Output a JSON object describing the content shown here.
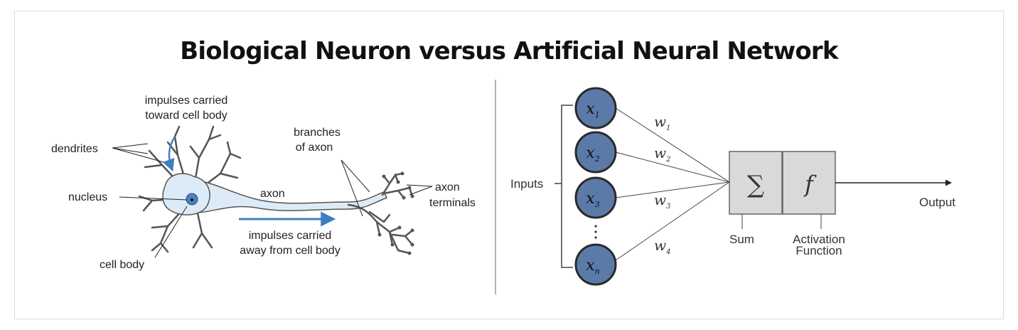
{
  "title": "Biological Neuron versus Artificial Neural Network",
  "neuron": {
    "impulses_toward_line1": "impulses carried",
    "impulses_toward_line2": "toward cell body",
    "dendrites": "dendrites",
    "nucleus": "nucleus",
    "cell_body": "cell body",
    "axon": "axon",
    "branches_line1": "branches",
    "branches_line2": "of axon",
    "terminals_line1": "axon",
    "terminals_line2": "terminals",
    "impulses_away_line1": "impulses carried",
    "impulses_away_line2": "away from cell body"
  },
  "network": {
    "inputs_label": "Inputs",
    "inputs": [
      {
        "var": "x",
        "sub": "1"
      },
      {
        "var": "x",
        "sub": "2"
      },
      {
        "var": "x",
        "sub": "3"
      },
      {
        "var": "x",
        "sub": "n"
      }
    ],
    "weights": [
      {
        "var": "w",
        "sub": "1"
      },
      {
        "var": "w",
        "sub": "2"
      },
      {
        "var": "w",
        "sub": "3"
      },
      {
        "var": "w",
        "sub": "4"
      }
    ],
    "sum_symbol": "∑",
    "activation_symbol": "f",
    "sum_label": "Sum",
    "activation_line1": "Activation",
    "activation_line2": "Function",
    "output_label": "Output"
  },
  "colors": {
    "axon_fill": "#dcebf7",
    "axon_stroke": "#555555",
    "impulse_arrow": "#3f7fc0",
    "nucleus": "#4a7fc0",
    "input_node": "#5b7aa8",
    "box_fill": "#d9d9d9"
  }
}
